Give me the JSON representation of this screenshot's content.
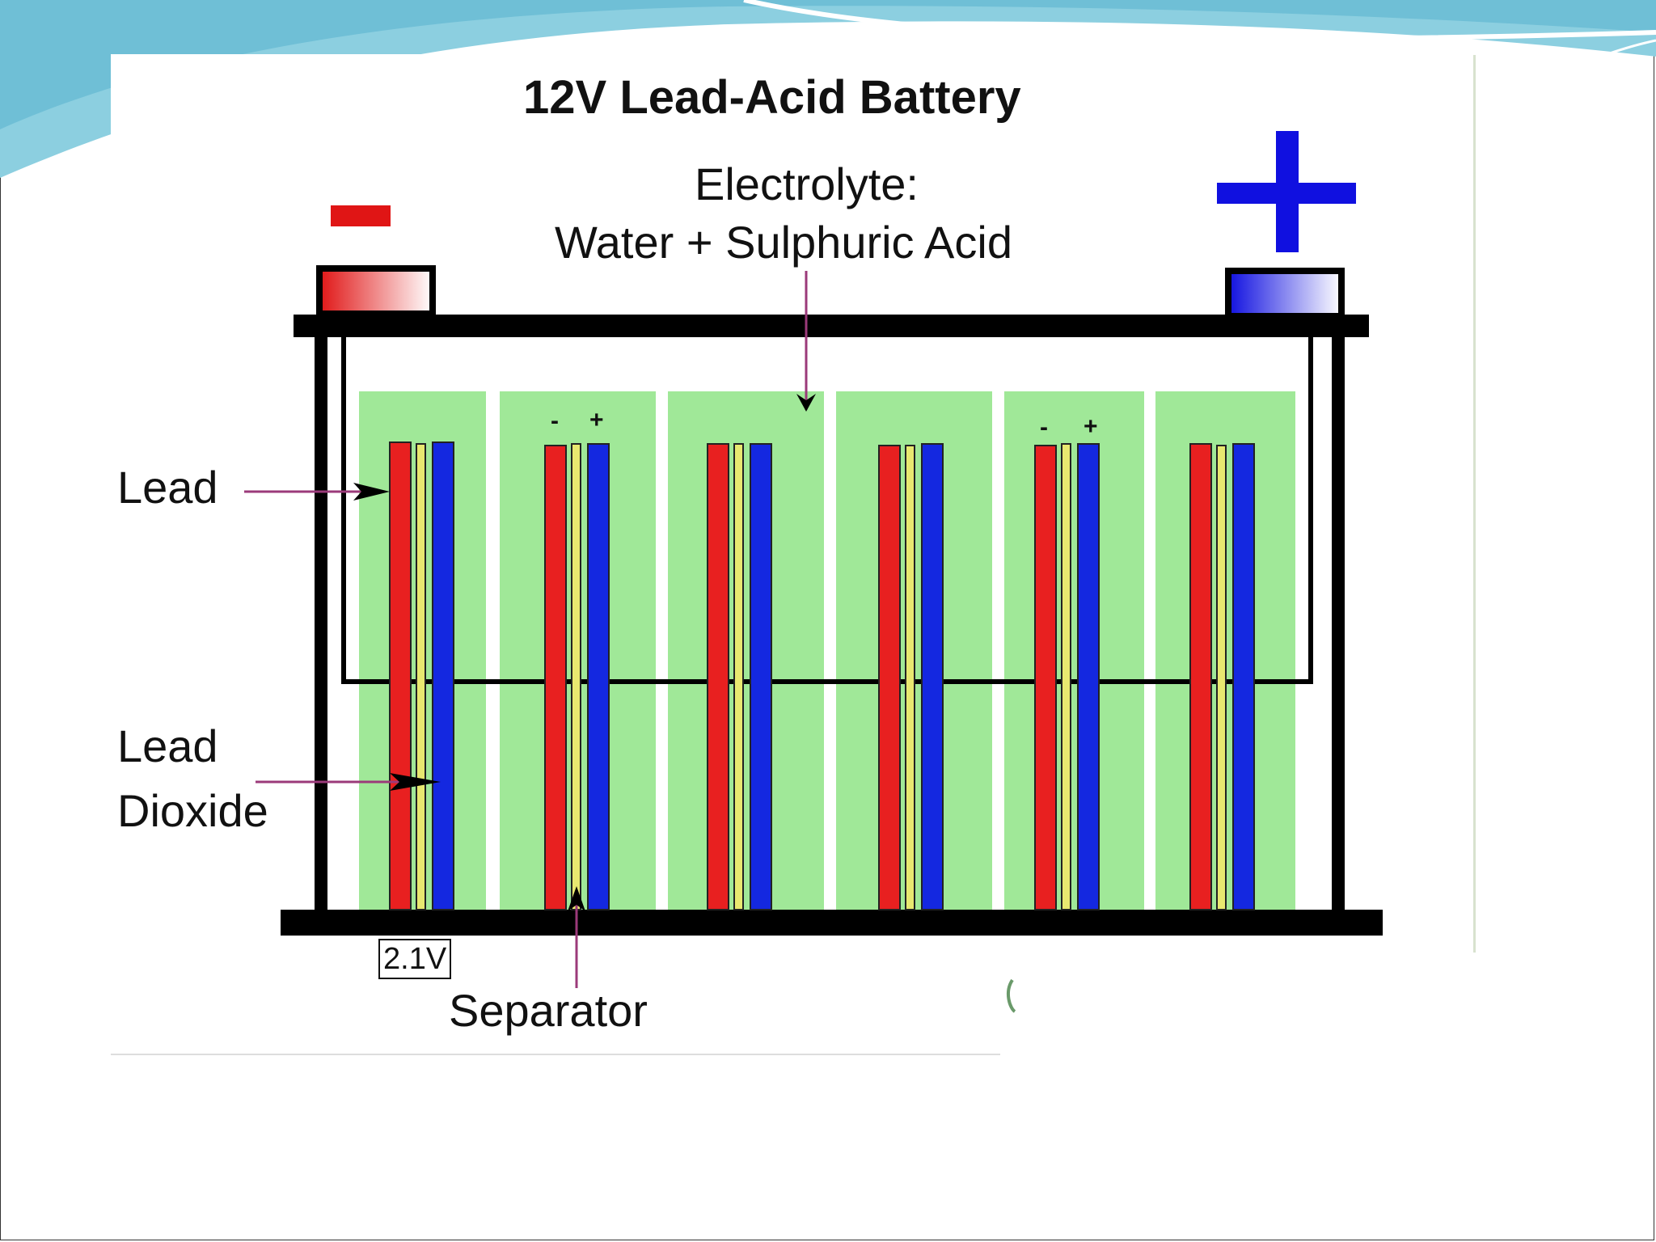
{
  "title": "12V Lead-Acid Battery",
  "electrolyte": {
    "line1": "Electrolyte:",
    "line2": "Water + Sulphuric Acid"
  },
  "labels": {
    "lead": "Lead",
    "lead_dioxide_line1": "Lead",
    "lead_dioxide_line2": "Dioxide",
    "separator": "Separator",
    "cell_voltage": "2.1V"
  },
  "terminals": {
    "negative_symbol": "minus-icon",
    "positive_symbol": "plus-icon",
    "negative_color": "#e01515",
    "positive_color": "#1010e0"
  },
  "cell_markers": {
    "minus": "-",
    "plus": "+"
  },
  "colors": {
    "cell_fill": "#a0e898",
    "lead_plate": "#e82020",
    "dioxide_plate": "#1428e0",
    "separator": "#e8e870",
    "casing": "#000000",
    "arrow_pointer": "#9b3a7a",
    "header_wave": "#7ec8dc"
  },
  "cells": 6
}
